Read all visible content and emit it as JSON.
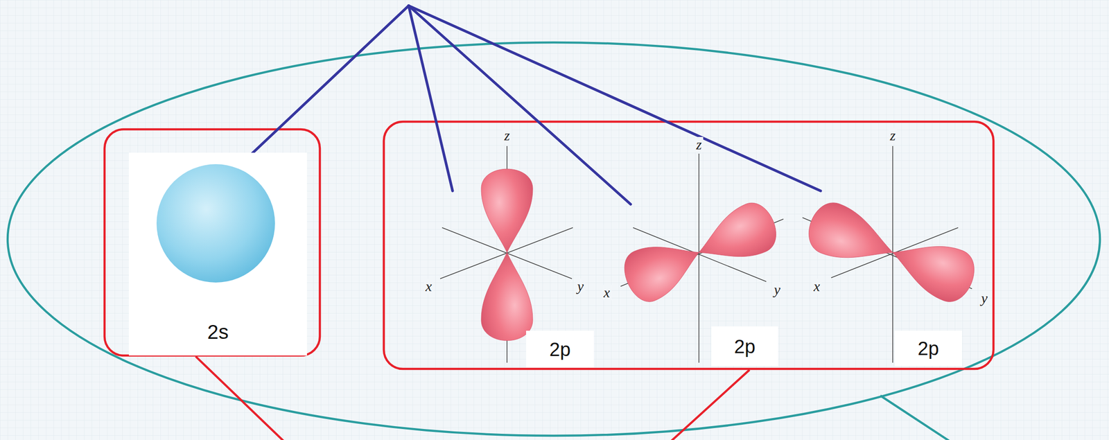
{
  "diagram": {
    "nodes": [
      {
        "text": [
          "2s"
        ]
      },
      {
        "text": [
          "2p"
        ]
      },
      {
        "text": [
          "2p"
        ]
      },
      {
        "text": [
          "2p"
        ]
      }
    ],
    "labels": [
      "z",
      "x",
      "y",
      "z",
      "x",
      "y",
      "z",
      "x",
      "y"
    ]
  }
}
